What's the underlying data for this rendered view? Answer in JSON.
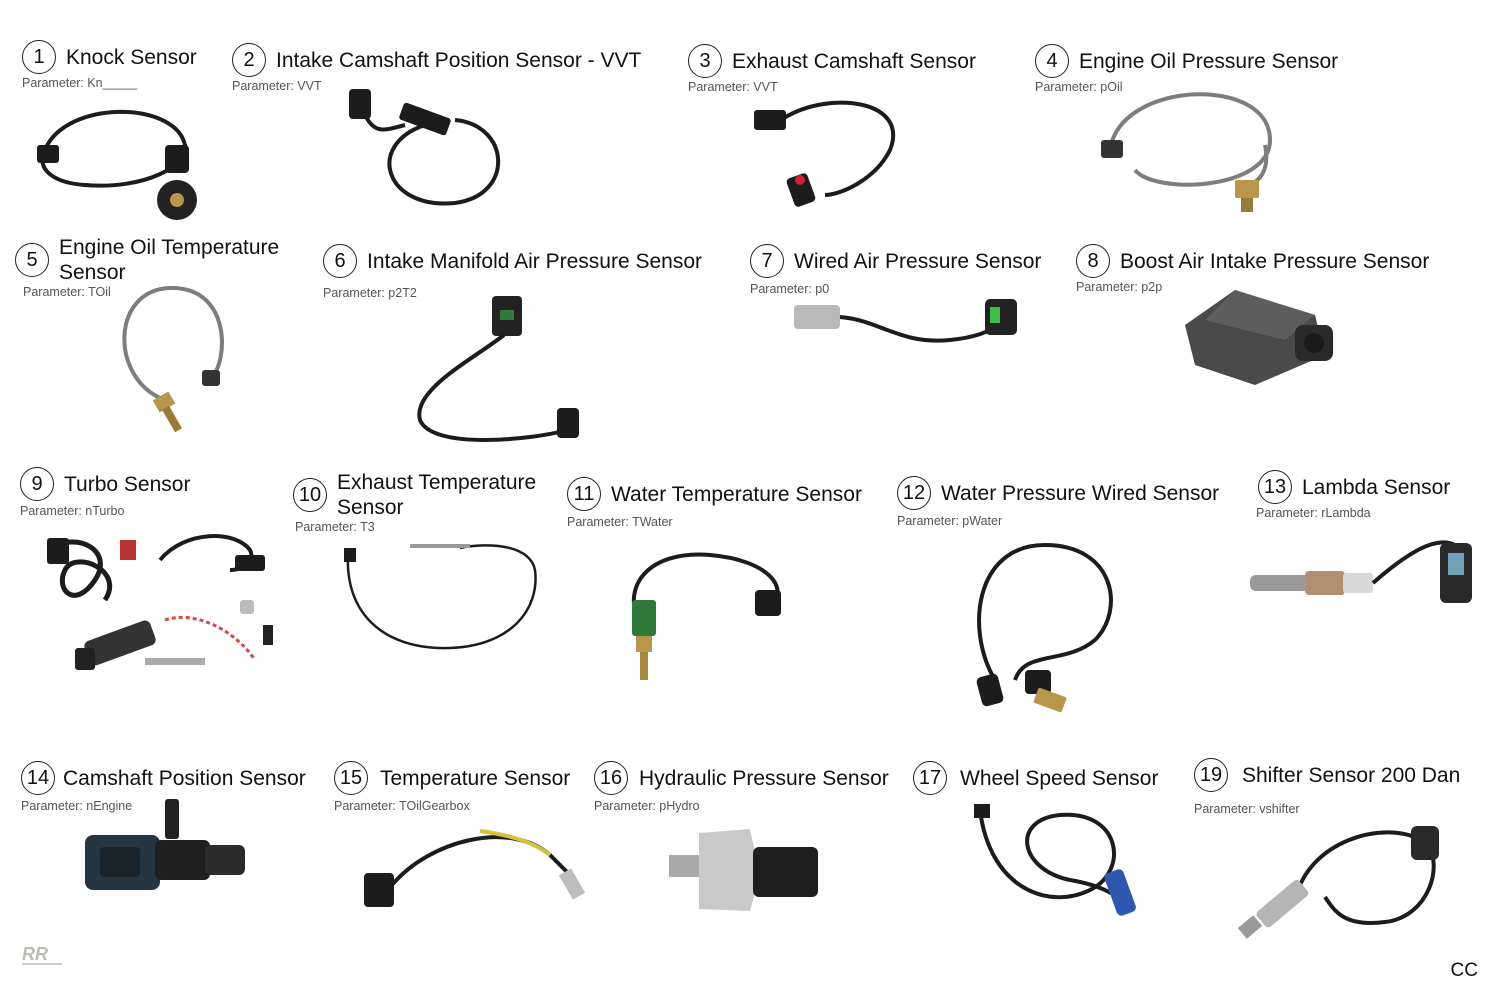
{
  "sensors": [
    {
      "num": "1",
      "title": "Knock Sensor",
      "param": "Parameter: Kn_____",
      "image": "knock-sensor-image"
    },
    {
      "num": "2",
      "title": "Intake Camshaft Position Sensor - VVT",
      "param": "Parameter: VVT",
      "image": "intake-camshaft-sensor-image"
    },
    {
      "num": "3",
      "title": "Exhaust Camshaft Sensor",
      "param": "Parameter: VVT",
      "image": "exhaust-camshaft-sensor-image"
    },
    {
      "num": "4",
      "title": "Engine Oil Pressure Sensor",
      "param": "Parameter: pOil",
      "image": "oil-pressure-sensor-image"
    },
    {
      "num": "5",
      "title": "Engine Oil Temperature Sensor",
      "title_line1": "Engine Oil Temperature",
      "title_line2": "Sensor",
      "param": "Parameter: TOil",
      "image": "oil-temperature-sensor-image"
    },
    {
      "num": "6",
      "title": "Intake Manifold Air Pressure Sensor",
      "param": "Parameter: p2T2",
      "image": "manifold-pressure-sensor-image"
    },
    {
      "num": "7",
      "title": "Wired Air Pressure Sensor",
      "param": "Parameter: p0",
      "image": "wired-air-pressure-sensor-image"
    },
    {
      "num": "8",
      "title": "Boost Air Intake Pressure Sensor",
      "param": "Parameter: p2p",
      "image": "boost-pressure-sensor-image"
    },
    {
      "num": "9",
      "title": "Turbo Sensor",
      "param": "Parameter: nTurbo",
      "image": "turbo-sensor-kit-image"
    },
    {
      "num": "10",
      "title": "Exhaust Temperature Sensor",
      "title_line1": "Exhaust Temperature",
      "title_line2": "Sensor",
      "param": "Parameter: T3",
      "image": "exhaust-temperature-sensor-image"
    },
    {
      "num": "11",
      "title": "Water Temperature Sensor",
      "param": "Parameter: TWater",
      "image": "water-temperature-sensor-image"
    },
    {
      "num": "12",
      "title": "Water Pressure Wired Sensor",
      "param": "Parameter: pWater",
      "image": "water-pressure-sensor-image"
    },
    {
      "num": "13",
      "title": "Lambda Sensor",
      "param": "Parameter: rLambda",
      "image": "lambda-sensor-image"
    },
    {
      "num": "14",
      "title": "Camshaft Position Sensor",
      "param": "Parameter: nEngine",
      "image": "camshaft-position-sensor-image"
    },
    {
      "num": "15",
      "title": "Temperature Sensor",
      "param": "Parameter: TOilGearbox",
      "image": "gearbox-temperature-sensor-image"
    },
    {
      "num": "16",
      "title": "Hydraulic Pressure Sensor",
      "param": "Parameter: pHydro",
      "image": "hydraulic-pressure-sensor-image"
    },
    {
      "num": "17",
      "title": "Wheel Speed Sensor",
      "param": "",
      "image": "wheel-speed-sensor-image"
    },
    {
      "num": "19",
      "title": "Shifter Sensor 200 Dan",
      "param": "Parameter: vshifter",
      "image": "shifter-sensor-image"
    }
  ],
  "footer": {
    "logo": "brand-logo",
    "cc": "CC"
  },
  "colors": {
    "cable": "#1c1c1c",
    "grey_cable": "#7d7d7d",
    "brass": "#b8964a",
    "green": "#2f7a3a",
    "blue": "#2c58b0"
  }
}
